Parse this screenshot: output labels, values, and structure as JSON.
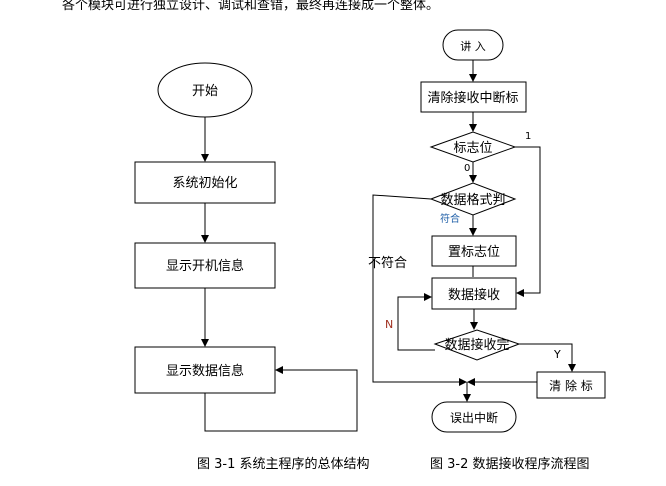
{
  "body_text": "各个模块可进行独立设计、调试和查错，最终再连接成一个整体。",
  "figure1": {
    "caption": "图 3-1   系统主程序的总体结构",
    "start": "开始",
    "steps": [
      "系统初始化",
      "显示开机信息",
      "显示数据信息"
    ]
  },
  "figure2": {
    "caption": "图 3-2  数据接收程序流程图",
    "enter": "讲 入",
    "clear_flag": "清除接收中断标",
    "flag_check": "标志位",
    "label_1": "1",
    "label_0": "0",
    "format_check": "数据格式判",
    "label_match": "符合",
    "label_nomatch": "不符合",
    "set_flag": "置标志位",
    "receive": "数据接收",
    "receive_done": "数据接收完",
    "label_n": "N",
    "label_y": "Y",
    "clear": "清 除 标",
    "exit": "误出中断"
  }
}
